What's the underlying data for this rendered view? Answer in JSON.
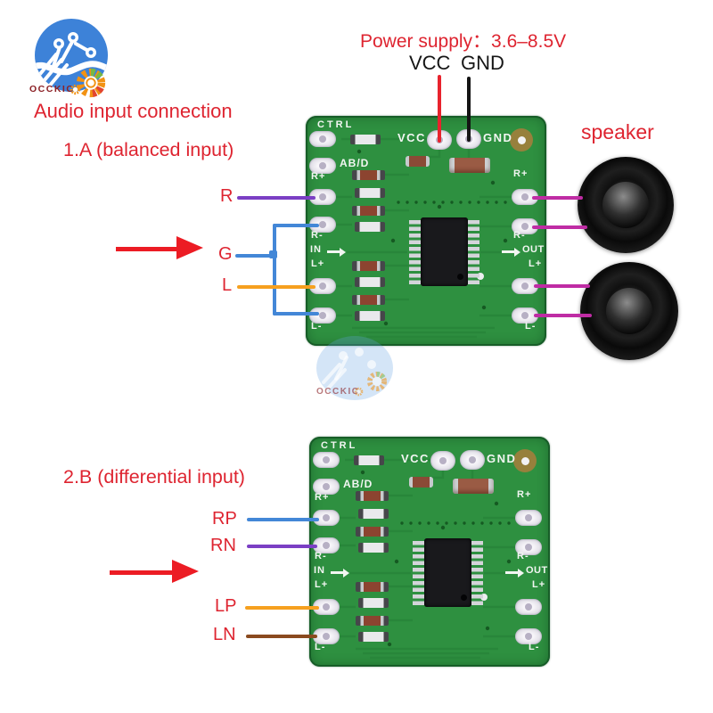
{
  "colors": {
    "accent-red": "#de2430",
    "arrow-red": "#ec1c24",
    "text-black": "#161616",
    "pcb-green": "#2e9040",
    "pcb-green-dark": "#1b662b",
    "pcb-trace": "#28863a",
    "silk-white": "#f2f6f2",
    "wire-purple": "#7b3fc4",
    "wire-blue": "#4387d7",
    "wire-orange": "#f6a01f",
    "wire-magenta": "#bf2ca4",
    "wire-brown": "#8a4a1f",
    "wire-red": "#e8232d",
    "wire-black": "#141414",
    "logo-blue": "#3d82d8",
    "brand-maroon": "#8b2025"
  },
  "logo": {
    "brand": "OCCKIC"
  },
  "header": {
    "title": "Audio input connection",
    "section1": "1.A (balanced input)",
    "power_supply": "Power supply：3.6–8.5V",
    "vcc": "VCC",
    "gnd": "GND",
    "speaker": "speaker"
  },
  "section2": {
    "title": "2.B (differential input)"
  },
  "board": {
    "silk": {
      "ctrl": "CTRL",
      "vcc": "VCC",
      "gnd": "GND",
      "abd": "AB/D",
      "r_plus": "R+",
      "r_minus": "R-",
      "in": "IN",
      "out": "OUT",
      "l_plus": "L+",
      "l_minus": "L-"
    }
  },
  "diagram1": {
    "inputs": [
      {
        "label": "R",
        "wire_color": "purple"
      },
      {
        "label": "G",
        "wire_color": "blue"
      },
      {
        "label": "L",
        "wire_color": "orange"
      }
    ],
    "output_wire_color": "magenta"
  },
  "diagram2": {
    "inputs": [
      {
        "label": "RP",
        "wire_color": "blue"
      },
      {
        "label": "RN",
        "wire_color": "purple"
      },
      {
        "label": "LP",
        "wire_color": "orange"
      },
      {
        "label": "LN",
        "wire_color": "brown"
      }
    ]
  }
}
